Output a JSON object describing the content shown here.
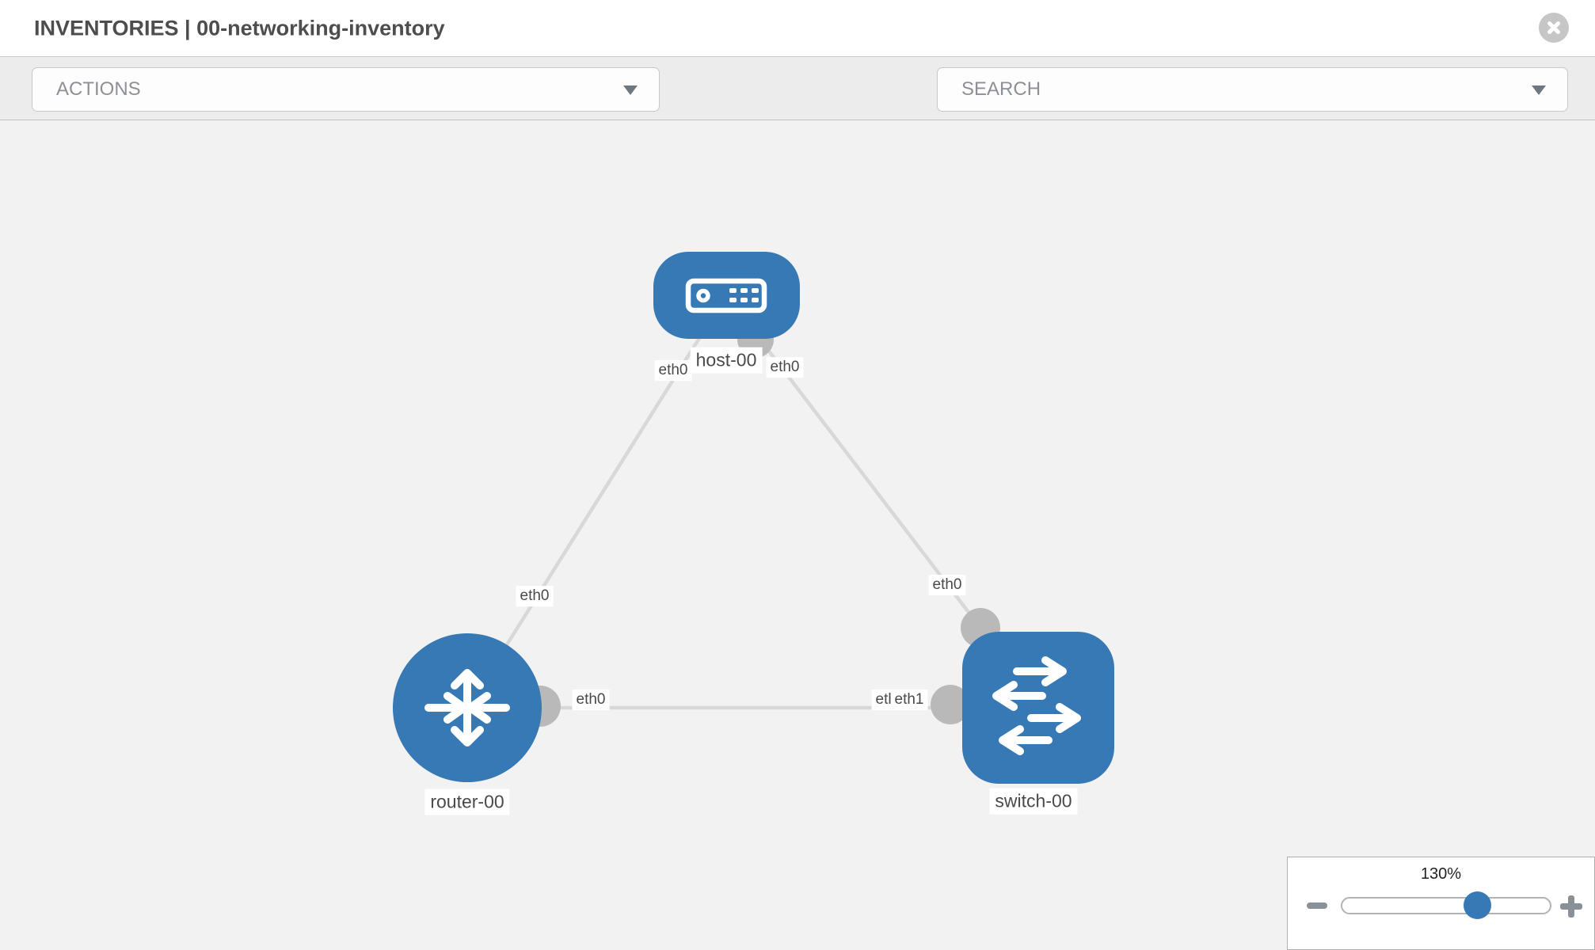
{
  "header": {
    "title": "INVENTORIES | 00-networking-inventory",
    "close_icon": "close"
  },
  "toolbar": {
    "actions_placeholder": "ACTIONS",
    "search_placeholder": "SEARCH",
    "wrench_icon": "wrench",
    "key_icon": "key",
    "chevron_icon": "chevron-down"
  },
  "topology": {
    "nodes": [
      {
        "label": "host-00",
        "type": "host"
      },
      {
        "label": "router-00",
        "type": "router"
      },
      {
        "label": "switch-00",
        "type": "switch"
      }
    ],
    "interface_labels": [
      {
        "text": "eth0",
        "location": "host-00 bottom-left"
      },
      {
        "text": "eth0",
        "location": "host-00 bottom-right"
      },
      {
        "text": "eth0",
        "location": "router-00 top"
      },
      {
        "text": "eth0",
        "location": "router-00 right"
      },
      {
        "text": "eth0",
        "location": "switch-00 left (under eth1)"
      },
      {
        "text": "eth1",
        "location": "switch-00 left"
      },
      {
        "text": "eth0",
        "location": "switch-00 top"
      }
    ],
    "links": [
      {
        "from": "host-00",
        "to": "router-00"
      },
      {
        "from": "host-00",
        "to": "switch-00"
      },
      {
        "from": "router-00",
        "to": "switch-00"
      }
    ]
  },
  "zoom_panel": {
    "level": "130%",
    "zoom_out": "−",
    "zoom_in": "+"
  },
  "colors": {
    "node_blue": "#3779b5",
    "port_gray": "#b9b9b9",
    "link_gray": "#d8d8d8",
    "canvas_bg": "#f2f2f2",
    "toolbar_bg": "#ececec"
  }
}
